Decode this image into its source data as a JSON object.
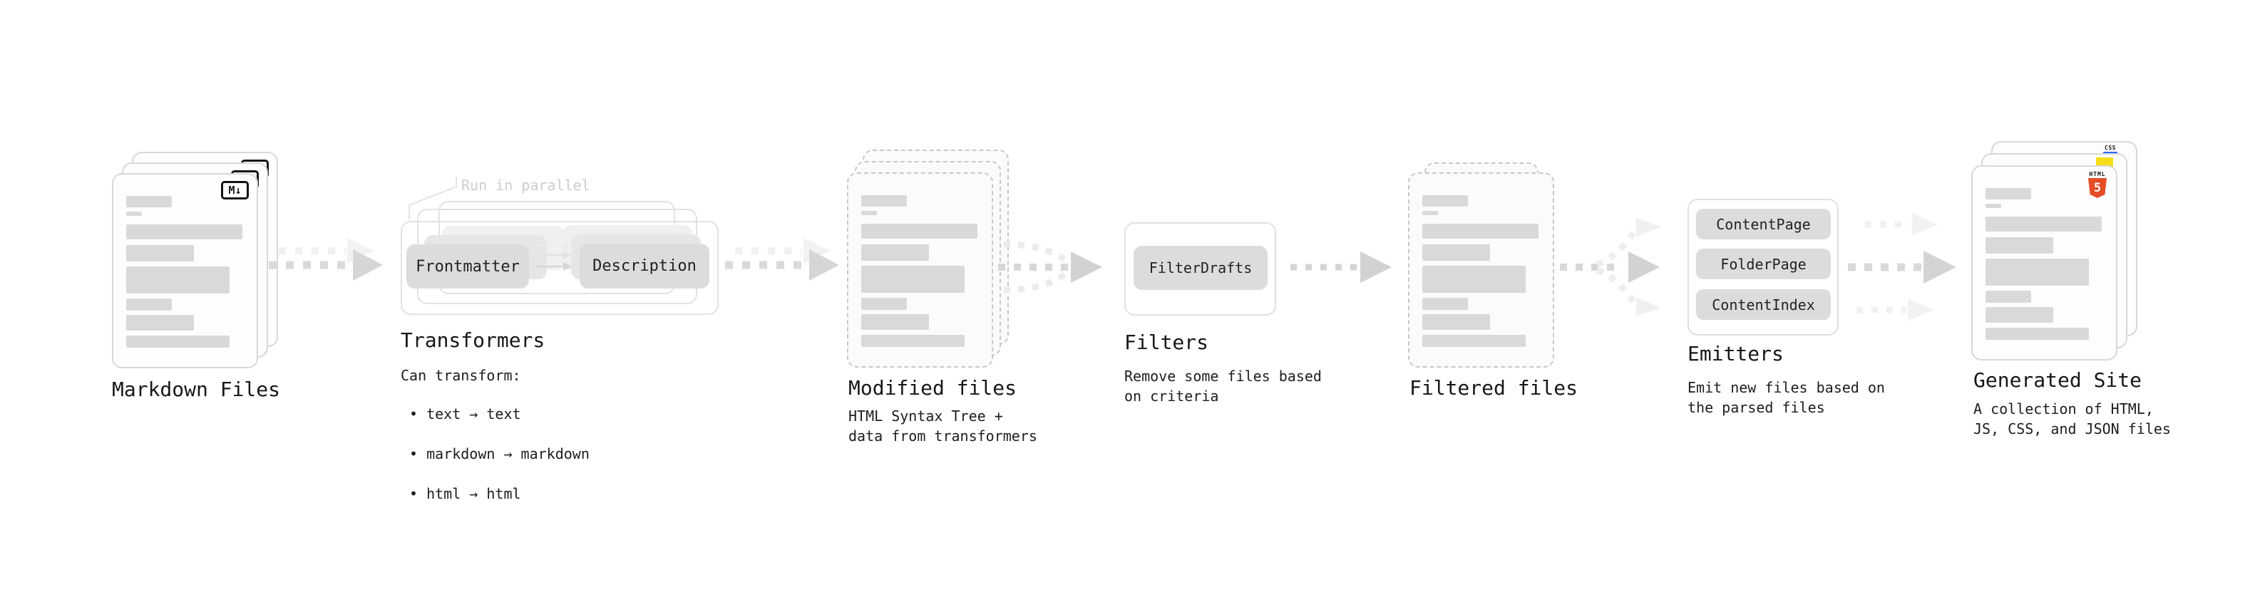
{
  "stages": {
    "markdown_files": {
      "title": "Markdown Files",
      "markdown_badge": "M↓"
    },
    "transformers": {
      "title": "Transformers",
      "parallel_note": "Run in parallel",
      "pill_left": "Frontmatter",
      "pill_right": "Description",
      "heading": "Can transform:",
      "bullets": [
        "• text → text",
        "• markdown → markdown",
        "• html → html"
      ]
    },
    "modified_files": {
      "title": "Modified files",
      "subtitle": "HTML Syntax Tree +\ndata from transformers"
    },
    "filters": {
      "title": "Filters",
      "pill": "FilterDrafts",
      "subtitle": "Remove some files based\non criteria"
    },
    "filtered_files": {
      "title": "Filtered files"
    },
    "emitters": {
      "title": "Emitters",
      "pills": [
        "ContentPage",
        "FolderPage",
        "ContentIndex"
      ],
      "subtitle": "Emit new files based on\nthe parsed files"
    },
    "generated_site": {
      "title": "Generated Site",
      "subtitle": "A collection of HTML,\nJS, CSS, and JSON files",
      "html5_badge": {
        "label": "HTML",
        "numeral": "5"
      },
      "css_badge": "CSS"
    }
  },
  "colors": {
    "background": "#ffffff",
    "text": "#1a1a1a",
    "note_gray": "#cdcdcd",
    "skeleton_bar": "#d9d9d9",
    "pill_bg": "#dcdcdc",
    "arrow_main": "#d6d6d6",
    "arrow_ghost": "#f0f0f0",
    "html5_orange": "#e44d26",
    "js_yellow": "#f5de19",
    "css_blue": "#2965f1"
  }
}
